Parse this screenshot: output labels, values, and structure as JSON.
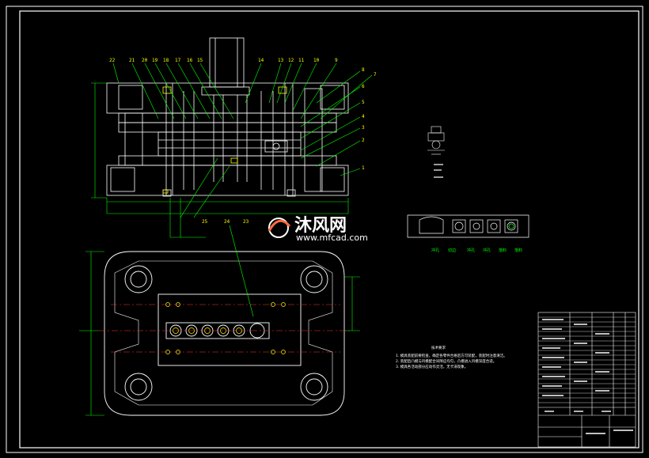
{
  "watermark": {
    "cn": "沐风网",
    "url": "www.mfcad.com"
  },
  "colors": {
    "background": "#000000",
    "frame": "#ffffff",
    "outline": "#ffffff",
    "dimension": "#00ff00",
    "leader": "#00ff00",
    "part_number": "#ffff00",
    "center_line": "#ff3030",
    "title_block": "#ffffff",
    "watermark_logo": "#ff6a3d"
  },
  "balloons_top_left": [
    "22",
    "21",
    "20",
    "19",
    "18",
    "17",
    "16",
    "15"
  ],
  "balloons_top_right": [
    "14",
    "13",
    "12",
    "11",
    "10",
    "9"
  ],
  "balloons_right": [
    "8",
    "7",
    "6",
    "5",
    "4",
    "3",
    "2",
    "1"
  ],
  "balloons_bottom": [
    "25",
    "24",
    "23"
  ],
  "strip_labels": [
    "冲孔",
    "切边",
    "冲孔",
    "冲孔",
    "落料",
    "落料"
  ],
  "tech_requirements": {
    "title": "技术要求",
    "lines": [
      "1. 模具装配前要检查，确定各零件合格后方可装配，装配时注意清洁。",
      "2. 装配后凸模与凹模配合间隙应均匀，凸模进入凹模深度合适。",
      "3. 模具各活动部分应动作灵活，无卡滞现象。"
    ]
  }
}
